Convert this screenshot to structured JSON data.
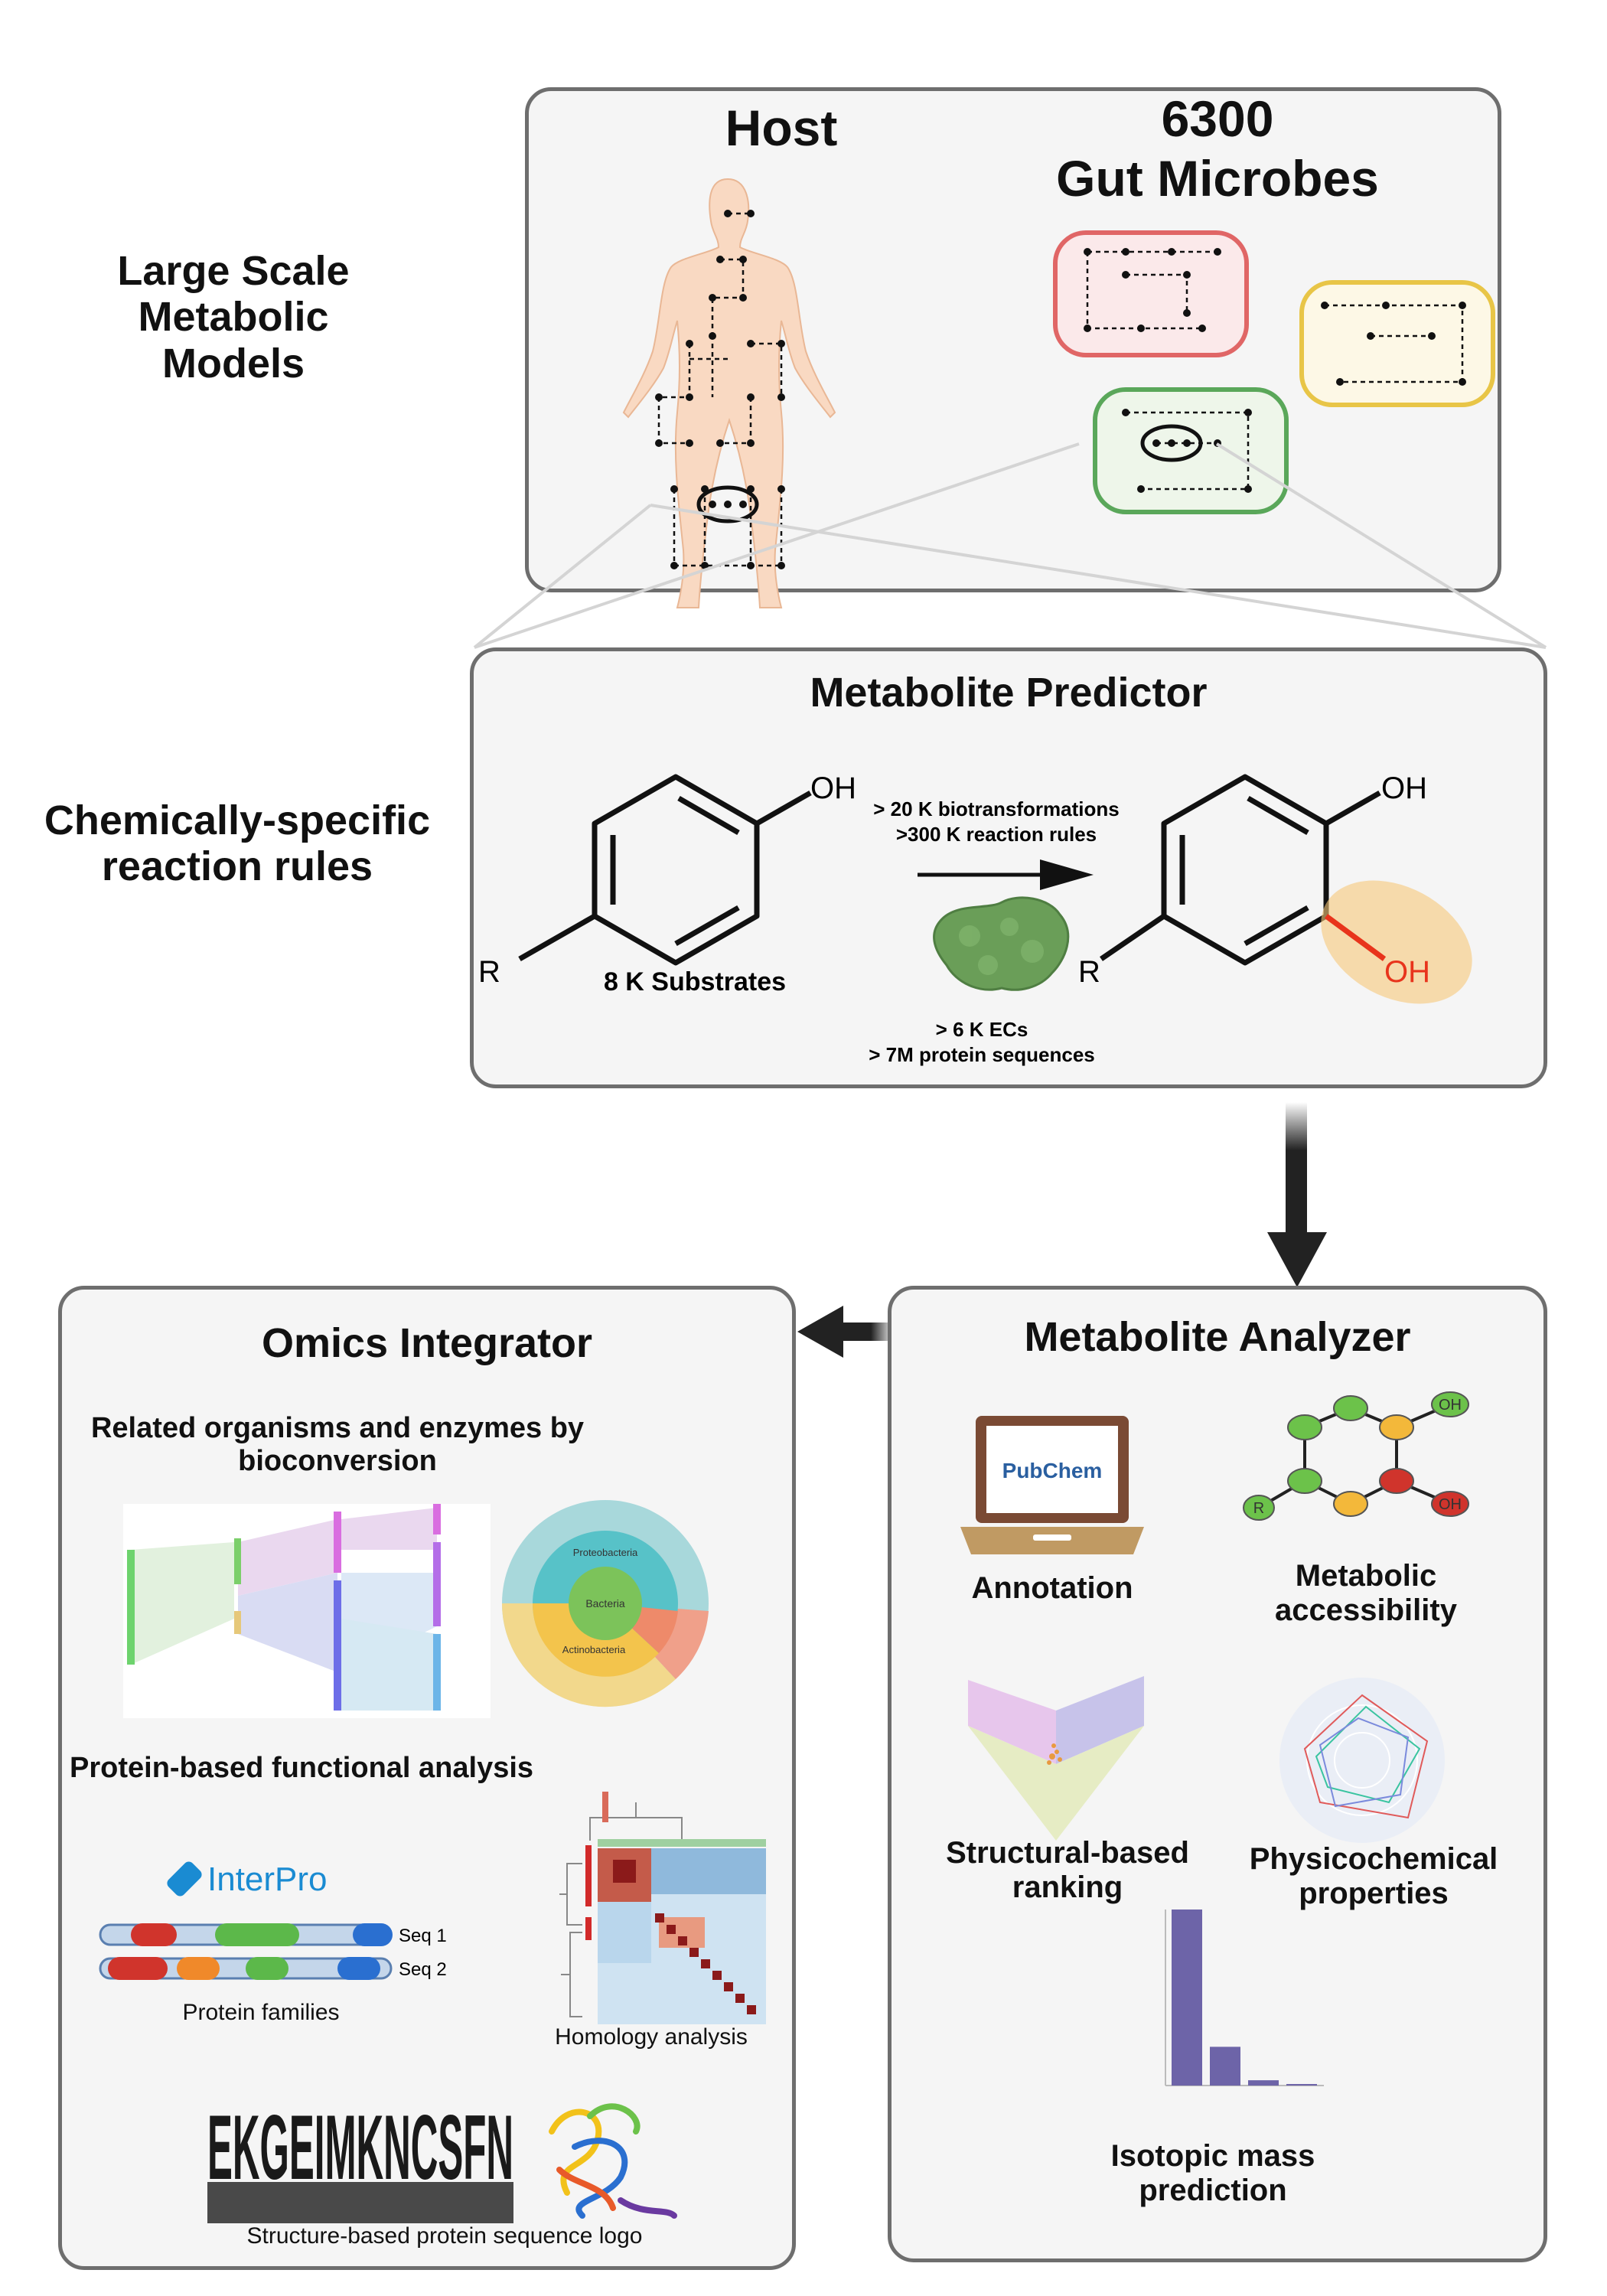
{
  "side_labels": {
    "models": [
      "Large Scale",
      "Metabolic",
      "Models"
    ],
    "rules": [
      "Chemically-specific",
      "reaction rules"
    ]
  },
  "models_panel": {
    "host": "Host",
    "microbes_count": "6300",
    "microbes_label": "Gut Microbes"
  },
  "predictor": {
    "title": "Metabolite Predictor",
    "biotransformations": "> 20 K biotransformations",
    "reaction_rules": ">300 K reaction rules",
    "substrates": "8 K Substrates",
    "ecs": "> 6 K ECs",
    "protein_sequences": "> 7M protein sequences",
    "substituent": "R",
    "hydroxyl": "OH"
  },
  "analyzer": {
    "title": "Metabolite Analyzer",
    "pubchem_logo": "PubChem",
    "annotation": "Annotation",
    "accessibility": [
      "Metabolic",
      "accessibility"
    ],
    "structural": [
      "Structural-based",
      "ranking"
    ],
    "physicochemical": [
      "Physicochemical",
      "properties"
    ],
    "isotopic": [
      "Isotopic mass",
      "prediction"
    ],
    "isotopic_bars": [
      100,
      22,
      3,
      0.5
    ]
  },
  "integrator": {
    "title": "Omics Integrator",
    "related": [
      "Related organisms and enzymes  by",
      "bioconversion"
    ],
    "sunburst_inner": "Bacteria",
    "sunburst_ring": [
      "Proteobacteria",
      "Actinobacteria"
    ],
    "protein_functional": "Protein-based functional analysis",
    "interpro_logo": "InterPro",
    "seq1": "Seq 1",
    "seq2": "Seq 2",
    "protein_families": "Protein families",
    "homology": "Homology analysis",
    "logo_letters": "EKGEIMKNCSFN",
    "sequence_logo_caption": "Structure-based protein sequence logo"
  },
  "colors": {
    "microbe_red": "#e06666",
    "microbe_yellow": "#e8c547",
    "microbe_green": "#5aa75a",
    "highlight": "#f6c87a",
    "bond_red": "#e8341c",
    "bar_purple": "#6d64a8"
  }
}
